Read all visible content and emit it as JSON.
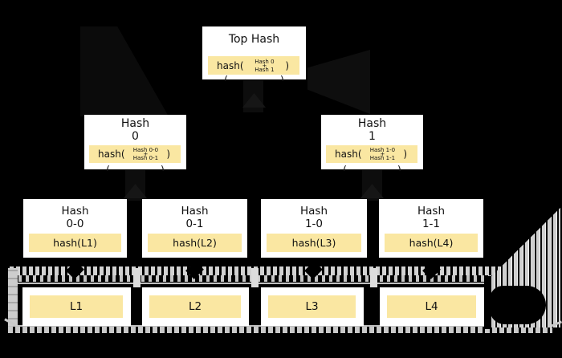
{
  "diagram": {
    "root": {
      "title": "Top Hash",
      "fn_open": "hash(",
      "fn_close": ")",
      "args": {
        "top": "Hash 0",
        "plus": "+",
        "bottom": "Hash 1"
      }
    },
    "level1": [
      {
        "line1": "Hash",
        "line2": "0",
        "fn_open": "hash(",
        "fn_close": ")",
        "args": {
          "top": "Hash 0-0",
          "plus": "+",
          "bottom": "Hash 0-1"
        }
      },
      {
        "line1": "Hash",
        "line2": "1",
        "fn_open": "hash(",
        "fn_close": ")",
        "args": {
          "top": "Hash 1-0",
          "plus": "+",
          "bottom": "Hash 1-1"
        }
      }
    ],
    "level2": [
      {
        "line1": "Hash",
        "line2": "0-0",
        "value": "hash(L1)"
      },
      {
        "line1": "Hash",
        "line2": "0-1",
        "value": "hash(L2)"
      },
      {
        "line1": "Hash",
        "line2": "1-0",
        "value": "hash(L3)"
      },
      {
        "line1": "Hash",
        "line2": "1-1",
        "value": "hash(L4)"
      }
    ],
    "data_blocks": [
      {
        "label": "L1"
      },
      {
        "label": "L2"
      },
      {
        "label": "L3"
      },
      {
        "label": "L4"
      }
    ],
    "artifacts": {
      "clipped_open": "(",
      "clipped_close": ")"
    }
  },
  "colors": {
    "background": "#000000",
    "node_fill": "#ffffff",
    "highlight_fill": "#fae7a2",
    "dash_gray": "#c9c9c9",
    "text": "#111111"
  }
}
